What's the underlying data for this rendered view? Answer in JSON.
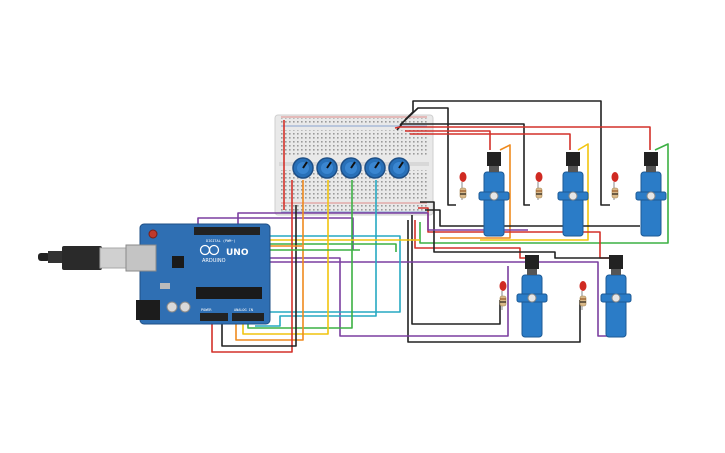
{
  "board": {
    "brand_text": "ARDUINO",
    "model_text": "UNO",
    "power_header_text": "POWER",
    "analog_header_text": "ANALOG IN",
    "digital_header_text": "DIGITAL (PWM~)"
  },
  "counts": {
    "potentiometers": 5,
    "servos": 5,
    "leds": 5,
    "resistors": 5
  },
  "colors": {
    "board": "#2f6fb3",
    "servo_body": "#2b7cc7",
    "breadboard": "#e9e9e9",
    "knob": "#2870b8",
    "wire_red": "#d4312a",
    "wire_black": "#222222",
    "wire_orange": "#ef8a1e",
    "wire_yellow": "#f1c40f",
    "wire_green": "#3cb043",
    "wire_purple": "#7b3fa0",
    "wire_cyan": "#26a9c2",
    "wire_pink": "#e0559b"
  },
  "icons": [
    "usb-cable-icon",
    "arduino-logo-icon",
    "servo-horn-icon",
    "led-icon",
    "resistor-icon",
    "potentiometer-knob-icon"
  ]
}
